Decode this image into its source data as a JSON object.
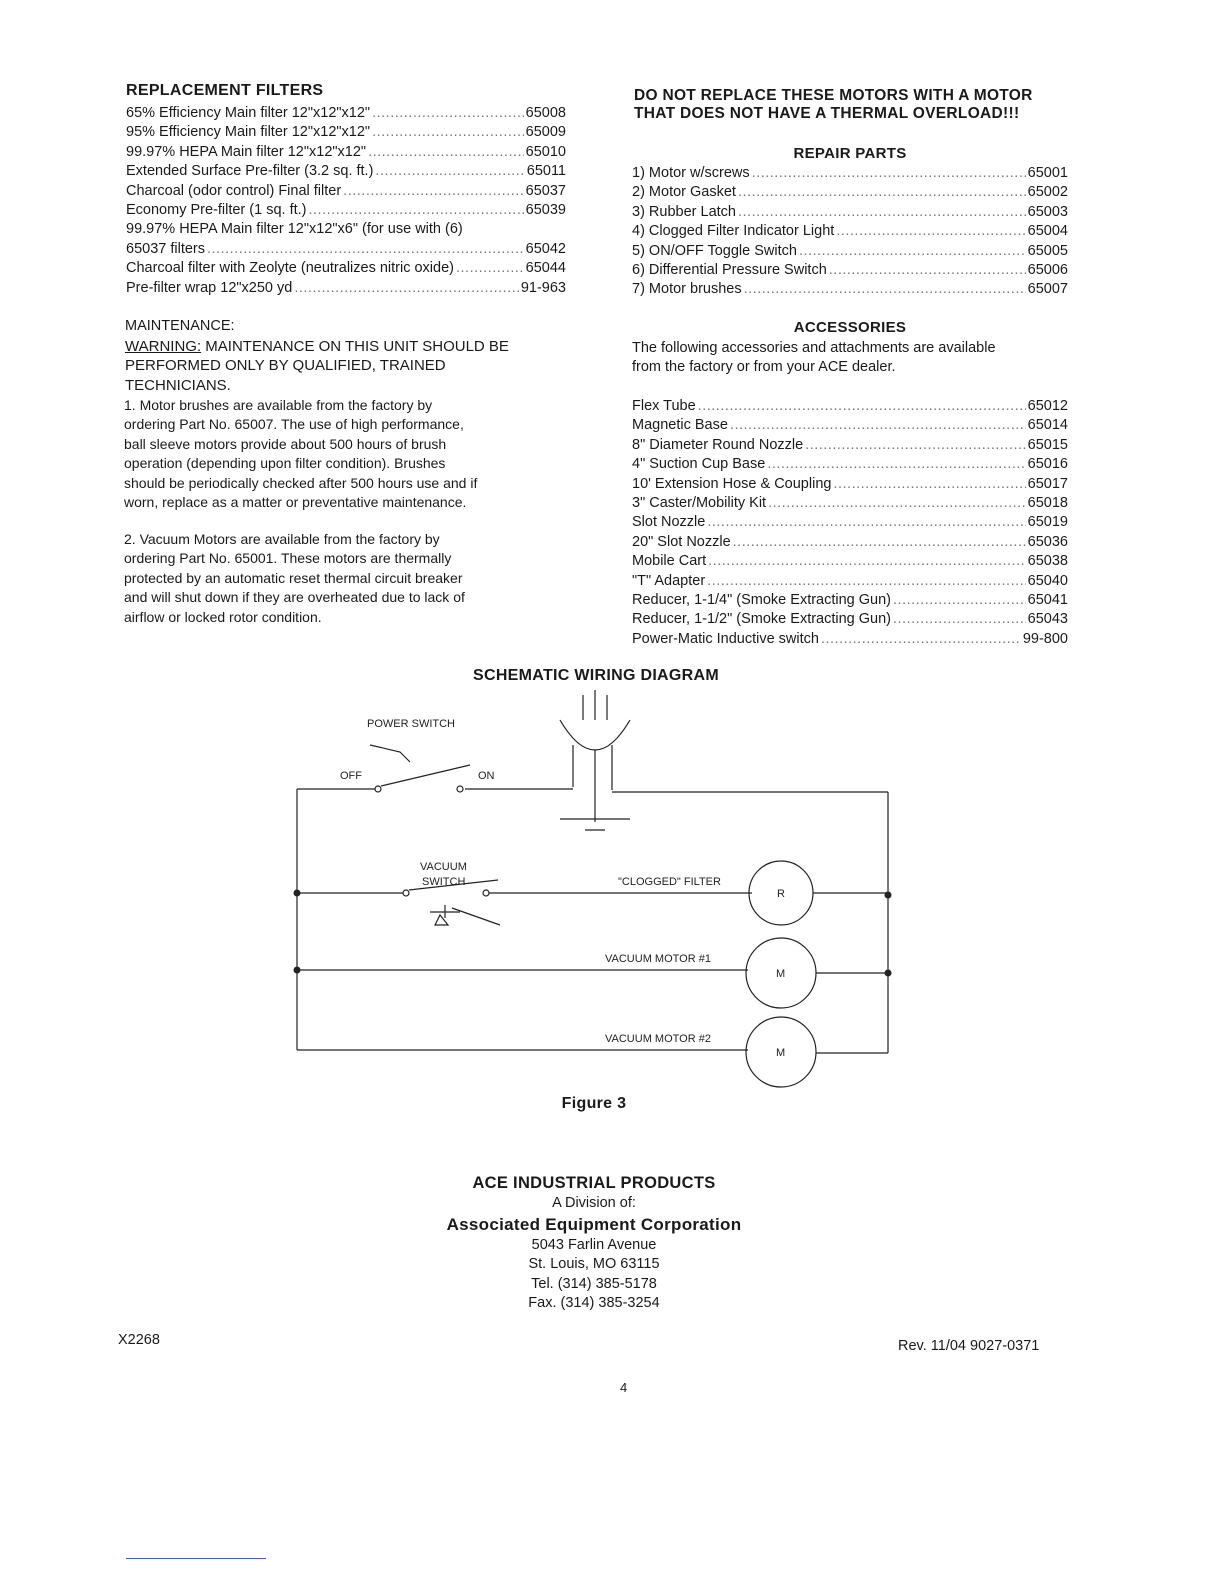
{
  "replacement_filters": {
    "heading": "REPLACEMENT FILTERS",
    "items": [
      {
        "label": "65% Efficiency Main filter 12\"x12\"x12\"",
        "code": "65008"
      },
      {
        "label": "95% Efficiency Main filter 12\"x12\"x12\"",
        "code": "65009"
      },
      {
        "label": "99.97% HEPA Main filter 12\"x12\"x12\"",
        "code": "65010"
      },
      {
        "label": "Extended Surface Pre-filter (3.2 sq. ft.)",
        "code": "65011"
      },
      {
        "label": "Charcoal (odor control) Final filter",
        "code": "65037"
      },
      {
        "label": "Economy Pre-filter (1 sq. ft.)",
        "code": "65039"
      }
    ],
    "hepa_line1": "99.97% HEPA Main filter 12\"x12\"x6\" (for use with (6)",
    "hepa_line2": {
      "label": "65037 filters",
      "code": "65042"
    },
    "items2": [
      {
        "label": "Charcoal filter with Zeolyte (neutralizes nitric oxide)",
        "code": "65044"
      },
      {
        "label": "Pre-filter wrap 12\"x250 yd",
        "code": "91-963"
      }
    ]
  },
  "maintenance": {
    "heading": "MAINTENANCE:",
    "warning_label": "WARNING:",
    "warning_line1": " MAINTENANCE ON THIS UNIT SHOULD BE",
    "warning_line2": "PERFORMED ONLY BY QUALIFIED, TRAINED",
    "warning_line3": "TECHNICIANS.",
    "p1": [
      "1.    Motor brushes are available from the factory by",
      "ordering Part No. 65007.  The use of high performance,",
      "ball sleeve motors provide about 500 hours of brush",
      "operation (depending upon filter condition). Brushes",
      "should be periodically checked after 500 hours use and if",
      "worn, replace as a matter or preventative maintenance."
    ],
    "p2": [
      "2.    Vacuum Motors are available from the factory by",
      "ordering Part No. 65001. These motors are thermally",
      "protected by an automatic reset thermal circuit breaker",
      "and will shut down if they are overheated due to lack of",
      "airflow or locked rotor condition."
    ]
  },
  "motor_warning": {
    "line1": "DO NOT REPLACE THESE MOTORS WITH A MOTOR",
    "line2": "THAT DOES NOT HAVE A THERMAL OVERLOAD!!!"
  },
  "repair_parts": {
    "heading": "REPAIR PARTS",
    "items": [
      {
        "label": "1) Motor w/screws",
        "code": "65001"
      },
      {
        "label": "2) Motor Gasket",
        "code": "65002"
      },
      {
        "label": "3) Rubber Latch",
        "code": "65003"
      },
      {
        "label": "4) Clogged Filter Indicator Light",
        "code": "65004"
      },
      {
        "label": "5) ON/OFF Toggle Switch",
        "code": "65005"
      },
      {
        "label": "6) Differential Pressure Switch",
        "code": "65006"
      },
      {
        "label": "7) Motor brushes",
        "code": "65007"
      }
    ]
  },
  "accessories": {
    "heading": "ACCESSORIES",
    "intro1": "The following accessories and attachments are available",
    "intro2": "from the factory or from your ACE dealer.",
    "items": [
      {
        "label": "Flex Tube",
        "code": "65012"
      },
      {
        "label": "Magnetic Base",
        "code": "65014"
      },
      {
        "label": "8\" Diameter Round Nozzle",
        "code": "65015"
      },
      {
        "label": "4\" Suction Cup Base",
        "code": "65016"
      },
      {
        "label": "10' Extension Hose & Coupling",
        "code": "65017"
      },
      {
        "label": "3\" Caster/Mobility Kit",
        "code": "65018"
      },
      {
        "label": "Slot Nozzle",
        "code": "65019"
      },
      {
        "label": "20\" Slot Nozzle",
        "code": "65036"
      },
      {
        "label": "Mobile Cart",
        "code": "65038"
      },
      {
        "label": "\"T\" Adapter",
        "code": "65040"
      },
      {
        "label": "Reducer, 1-1/4\" (Smoke Extracting Gun)",
        "code": "65041"
      },
      {
        "label": "Reducer, 1-1/2\" (Smoke Extracting Gun)",
        "code": "65043"
      },
      {
        "label": "Power-Matic Inductive switch",
        "code": "99-800"
      }
    ]
  },
  "diagram": {
    "title": "SCHEMATIC WIRING DIAGRAM",
    "power_switch": "POWER SWITCH",
    "off": "OFF",
    "on": "ON",
    "vacuum": "VACUUM",
    "switch": "SWITCH",
    "clogged_filter": "\"CLOGGED\" FILTER",
    "motor1": "VACUUM MOTOR #1",
    "motor2": "VACUUM MOTOR #2",
    "r": "R",
    "m1": "M",
    "m2": "M",
    "caption": "Figure 3"
  },
  "company": {
    "name": "ACE INDUSTRIAL PRODUCTS",
    "division": "A Division of:",
    "parent": "Associated Equipment Corporation",
    "address1": "5043 Farlin Avenue",
    "address2": "St. Louis, MO 63115",
    "tel": "Tel. (314) 385-5178",
    "fax": "Fax. (314) 385-3254"
  },
  "footer": {
    "left": "X2268",
    "right": "Rev. 11/04 9027-0371",
    "page": "4"
  }
}
